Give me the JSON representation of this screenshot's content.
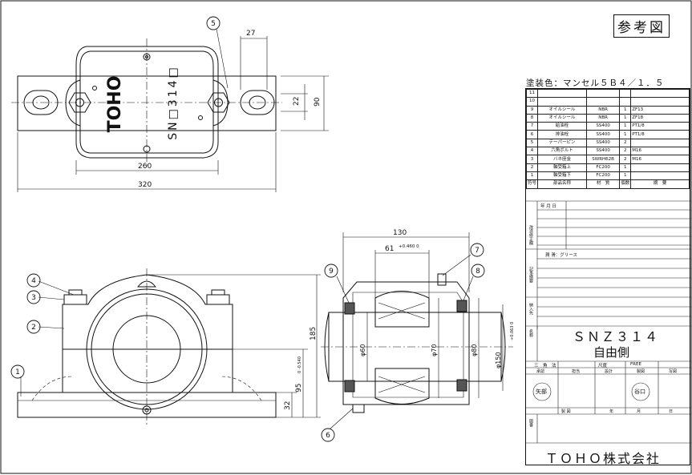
{
  "reference_label": "参考図",
  "paint_color": "塗装色：マンセル５Ｂ４／１．５",
  "parts_header": [
    "符号",
    "部品名称",
    "材　質",
    "個数",
    "摘　要"
  ],
  "parts": [
    {
      "no": "11",
      "name": "",
      "material": "",
      "qty": "",
      "note": ""
    },
    {
      "no": "10",
      "name": "",
      "material": "",
      "qty": "",
      "note": ""
    },
    {
      "no": "9",
      "name": "オイルシール",
      "material": "NBR",
      "qty": "1",
      "note": "ZF13"
    },
    {
      "no": "8",
      "name": "オイルシール",
      "material": "NBR",
      "qty": "1",
      "note": "ZF18"
    },
    {
      "no": "7",
      "name": "給油栓",
      "material": "SS400",
      "qty": "1",
      "note": "PT1/8"
    },
    {
      "no": "6",
      "name": "排油栓",
      "material": "SS400",
      "qty": "1",
      "note": "PT1/8"
    },
    {
      "no": "5",
      "name": "テーパーピン",
      "material": "SS400",
      "qty": "2",
      "note": ""
    },
    {
      "no": "4",
      "name": "六角ボルト",
      "material": "SS400",
      "qty": "2",
      "note": "M16"
    },
    {
      "no": "3",
      "name": "バネ座金",
      "material": "SWRH62B",
      "qty": "2",
      "note": "M16"
    },
    {
      "no": "2",
      "name": "軸受箱上",
      "material": "FC200",
      "qty": "1",
      "note": ""
    },
    {
      "no": "1",
      "name": "軸受箱下",
      "material": "FC200",
      "qty": "1",
      "note": ""
    }
  ],
  "revision_label": "改造修正欄",
  "revision_header": "年 月 日",
  "notes_label": "記事摘要",
  "lubricant": "潤 滑：グリース",
  "customer_label": "納入先",
  "name_label": "名称",
  "product_code": "ＳＮＺ３１４",
  "product_side": "自由側",
  "projection": "三　角　法",
  "scale_label": "尺度",
  "scale_value": "FREE",
  "sign_headers": [
    "承認",
    "担当",
    "設計",
    "製図",
    "写図"
  ],
  "approver": "矢部",
  "drafter": "谷口",
  "date_row": [
    "製 図",
    "年",
    "月",
    "日"
  ],
  "drawing_no_label": "図番",
  "company": "ＴＯＨＯ株式会社",
  "housing_lettering": "TOHO",
  "housing_model": "SN□314□",
  "dimensions": {
    "top_27": "27",
    "top_22": "22",
    "top_90": "90",
    "top_260": "260",
    "top_320": "320",
    "sec_130": "130",
    "sec_61": "61",
    "sec_61_tol": "+0.460 0",
    "phi60": "φ60",
    "phi70": "φ70",
    "phi80": "φ80",
    "phi150": "φ150",
    "phi150_tol": "+0.063 0",
    "h185": "185",
    "h95": "95",
    "h95_tol": "0 -0.540",
    "h32": "32"
  },
  "balloons": [
    "1",
    "2",
    "3",
    "4",
    "5",
    "6",
    "7",
    "8",
    "9"
  ]
}
